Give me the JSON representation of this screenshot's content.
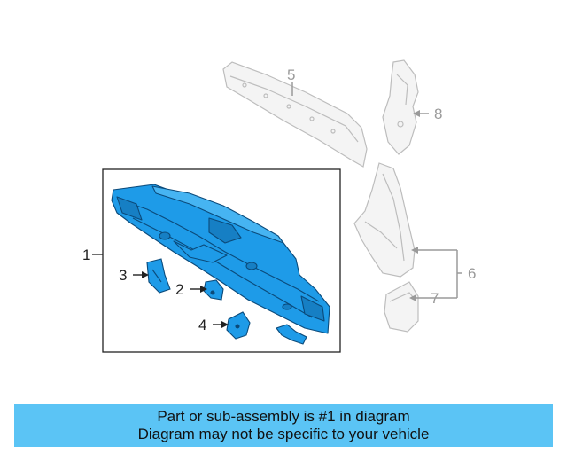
{
  "callouts": {
    "c1": "1",
    "c2": "2",
    "c3": "3",
    "c4": "4",
    "c5": "5",
    "c6": "6",
    "c7": "7",
    "c8": "8"
  },
  "banner": {
    "line1": "Part or sub-assembly is #1 in diagram",
    "line2": "Diagram may not be specific to your vehicle"
  },
  "colors": {
    "highlight_part": "#1e9be8",
    "faded_part": "#c8c8c8",
    "banner_bg": "#5bc4f5"
  }
}
